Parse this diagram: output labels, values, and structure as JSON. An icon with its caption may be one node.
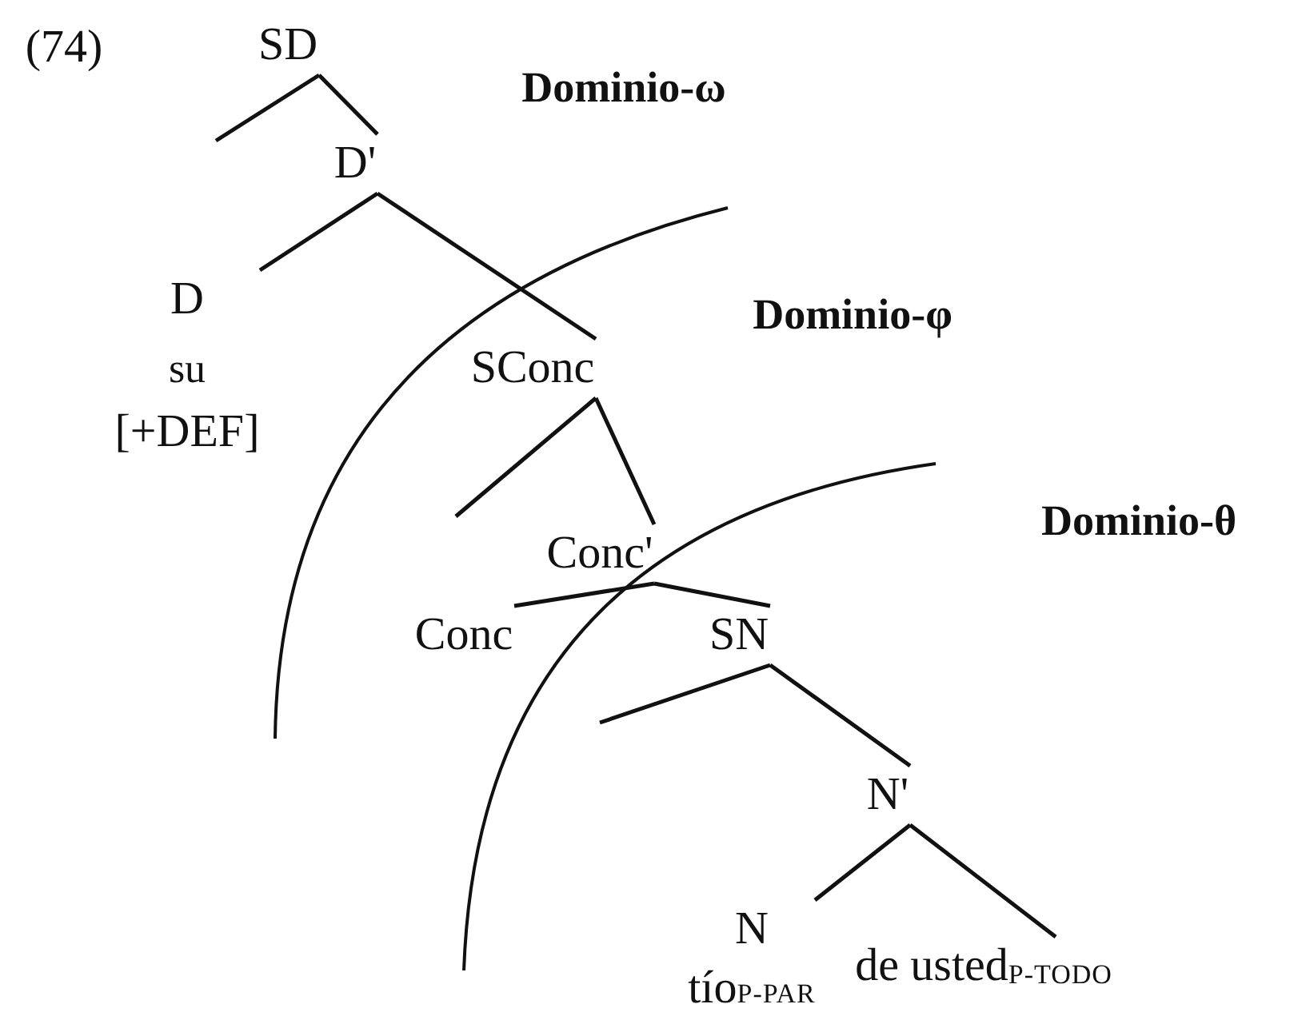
{
  "diagram": {
    "nodes": [
      {
        "text": [
          "SD"
        ]
      },
      {
        "text": [
          "D'"
        ]
      },
      {
        "text": [
          "D"
        ],
        "beside": [
          "su",
          "[+DEF]"
        ]
      },
      {
        "text": [
          "SConc"
        ]
      },
      {
        "text": [
          "Conc'"
        ]
      },
      {
        "text": [
          "Conc"
        ]
      },
      {
        "text": [
          "SN"
        ]
      },
      {
        "text": [
          "N'"
        ]
      },
      {
        "text": [
          "N"
        ],
        "beside": [
          "tío$_{P-PAR}$"
        ]
      },
      {
        "text": [
          "de usted$_{P-TODO}$"
        ]
      }
    ],
    "edges": [
      {
        "from": 0,
        "to": null,
        "arrow": "none"
      },
      {
        "from": 0,
        "to": 1,
        "arrow": "none"
      },
      {
        "from": 1,
        "to": 2,
        "arrow": "none"
      },
      {
        "from": 1,
        "to": 3,
        "arrow": "none"
      },
      {
        "from": 3,
        "to": null,
        "arrow": "none"
      },
      {
        "from": 3,
        "to": 4,
        "arrow": "none"
      },
      {
        "from": 4,
        "to": 5,
        "arrow": "none"
      },
      {
        "from": 4,
        "to": 6,
        "arrow": "none"
      },
      {
        "from": 6,
        "to": null,
        "arrow": "none"
      },
      {
        "from": 6,
        "to": 7,
        "arrow": "none"
      },
      {
        "from": 7,
        "to": 8,
        "arrow": "none"
      },
      {
        "from": 7,
        "to": 9,
        "arrow": "none"
      }
    ],
    "labels": [
      "(74)",
      "Dominio-ω",
      "Dominio-φ",
      "Dominio-θ"
    ]
  }
}
